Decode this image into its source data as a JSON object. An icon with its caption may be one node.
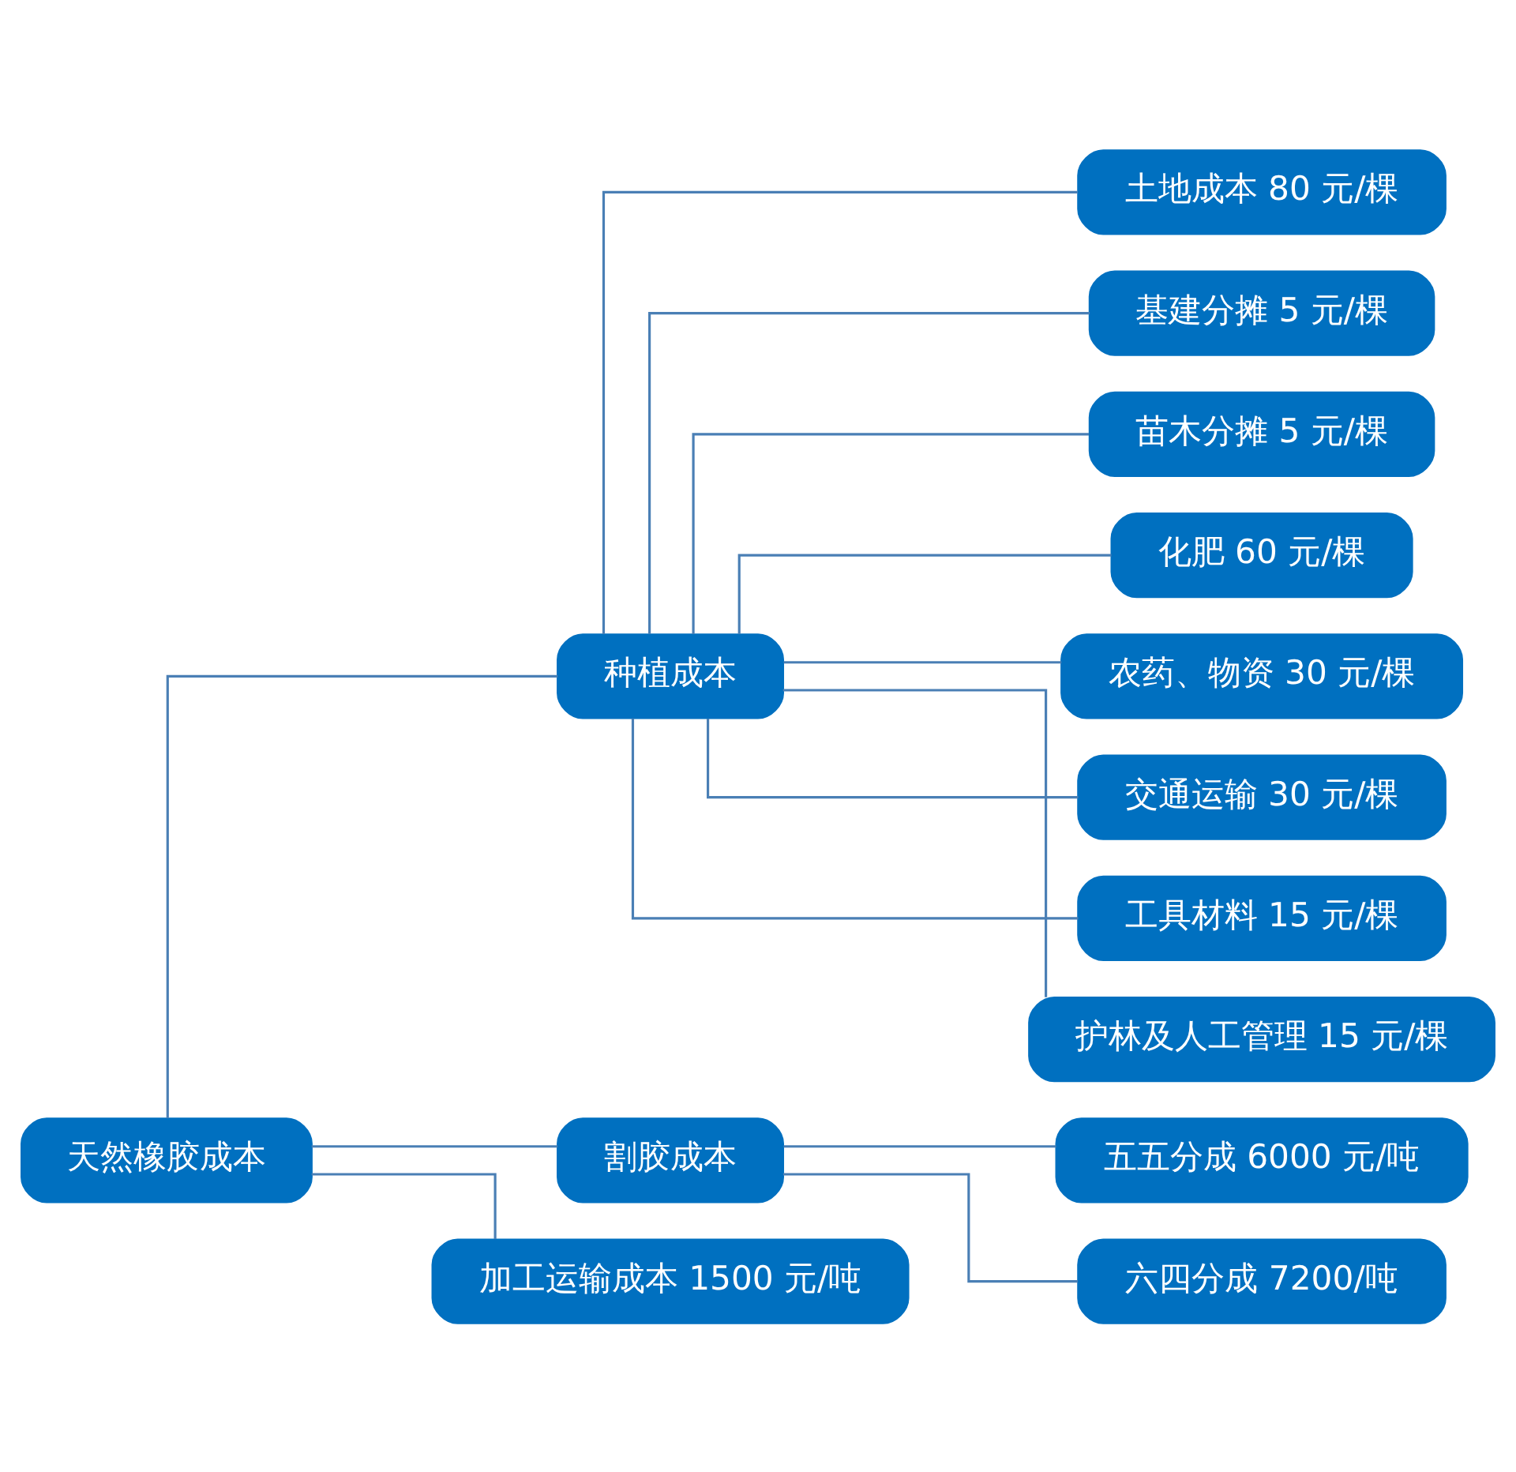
{
  "diagram": {
    "nodes": [
      {
        "text": [
          "天然橡胶成本"
        ]
      },
      {
        "text": [
          "种植成本"
        ]
      },
      {
        "text": [
          "割胶成本"
        ]
      },
      {
        "text": [
          "加工运输成本 1500 元/吨"
        ]
      },
      {
        "text": [
          "土地成本 80 元/棵"
        ]
      },
      {
        "text": [
          "基建分摊 5 元/棵"
        ]
      },
      {
        "text": [
          "苗木分摊 5 元/棵"
        ]
      },
      {
        "text": [
          "化肥 60 元/棵"
        ]
      },
      {
        "text": [
          "农药、物资 30 元/棵"
        ]
      },
      {
        "text": [
          "交通运输 30 元/棵"
        ]
      },
      {
        "text": [
          "工具材料 15 元/棵"
        ]
      },
      {
        "text": [
          "护林及人工管理 15 元/棵"
        ]
      },
      {
        "text": [
          "五五分成 6000 元/吨"
        ]
      },
      {
        "text": [
          "六四分成 7200/吨"
        ]
      }
    ],
    "edges": [
      {
        "from": 0,
        "to": 1,
        "arrow": "none"
      },
      {
        "from": 0,
        "to": 2,
        "arrow": "none"
      },
      {
        "from": 0,
        "to": 3,
        "arrow": "none"
      },
      {
        "from": 1,
        "to": 4,
        "arrow": "none"
      },
      {
        "from": 1,
        "to": 5,
        "arrow": "none"
      },
      {
        "from": 1,
        "to": 6,
        "arrow": "none"
      },
      {
        "from": 1,
        "to": 7,
        "arrow": "none"
      },
      {
        "from": 1,
        "to": 8,
        "arrow": "none"
      },
      {
        "from": 1,
        "to": 9,
        "arrow": "none"
      },
      {
        "from": 1,
        "to": 10,
        "arrow": "none"
      },
      {
        "from": 1,
        "to": 11,
        "arrow": "none"
      },
      {
        "from": 2,
        "to": 12,
        "arrow": "none"
      },
      {
        "from": 2,
        "to": 13,
        "arrow": "none"
      }
    ]
  }
}
